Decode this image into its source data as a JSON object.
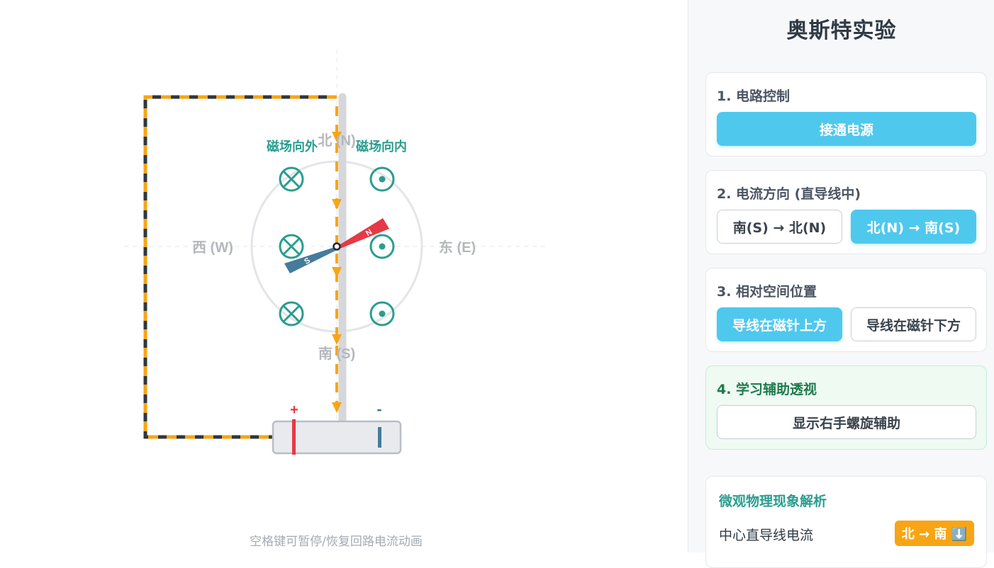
{
  "app": {
    "title": "奥斯特实验"
  },
  "stage": {
    "label_north": "北 (N)",
    "label_south": "南 (S)",
    "label_west": "西 (W)",
    "label_east": "东 (E)",
    "field_out_label": "磁场向外",
    "field_in_label": "磁场向内",
    "needle_n": "N",
    "needle_s": "S",
    "battery_plus": "+",
    "battery_minus": "-",
    "hint": "空格键可暂停/恢复回路电流动画",
    "colors": {
      "wire_dark": "#2f3740",
      "current": "#f8a515",
      "field": "#2a9d8f",
      "needle_n": "#e63946",
      "needle_s": "#457b9d"
    }
  },
  "controls": {
    "circuit": {
      "title": "1. 电路控制",
      "power_button": "接通电源"
    },
    "direction": {
      "title": "2. 电流方向 (直导线中)",
      "option_sn": "南(S) → 北(N)",
      "option_ns": "北(N) → 南(S)",
      "selected": "北(N) → 南(S)"
    },
    "position": {
      "title": "3. 相对空间位置",
      "option_above": "导线在磁针上方",
      "option_below": "导线在磁针下方",
      "selected": "导线在磁针上方"
    },
    "assist": {
      "title": "4. 学习辅助透视",
      "toggle_button": "显示右手螺旋辅助"
    }
  },
  "analysis": {
    "title": "微观物理现象解析",
    "current_label": "中心直导线电流",
    "current_value": "北 → 南 ⬇️"
  }
}
